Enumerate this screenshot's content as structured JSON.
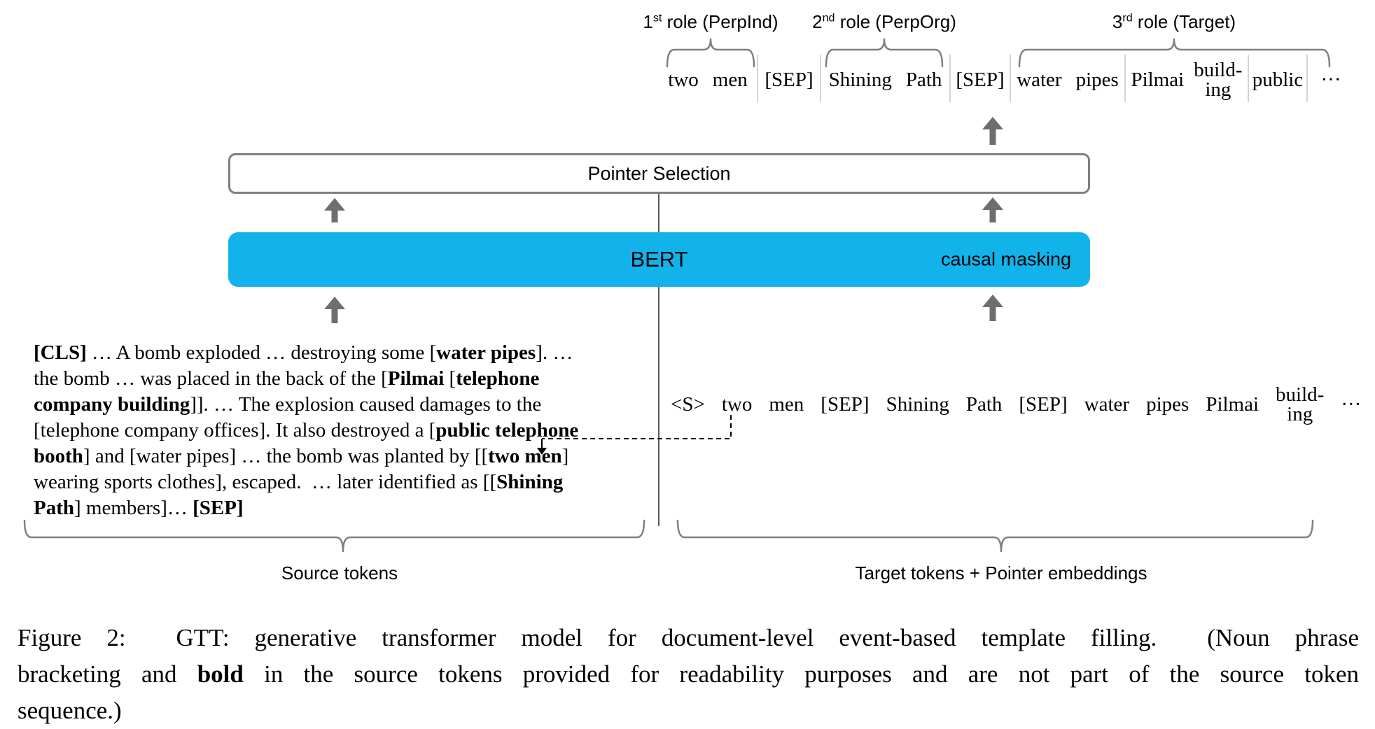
{
  "colors": {
    "bert_box": "#12B2EB",
    "arrow": "#6E6E6E",
    "brace": "#7F7F7F",
    "pointer_border": "#7F7F7F",
    "separator": "#C4C4C4",
    "divider": "#5A5A5A",
    "text": "#000000"
  },
  "roles": [
    {
      "base": "1",
      "sup": "st",
      "rest": " role (PerpInd)"
    },
    {
      "base": "2",
      "sup": "nd",
      "rest": " role (PerpOrg)"
    },
    {
      "base": "3",
      "sup": "rd",
      "rest": " role (Target)"
    }
  ],
  "output_token_groups": [
    {
      "tokens": [
        "two",
        "men"
      ]
    },
    {
      "tokens": [
        "[SEP]"
      ]
    },
    {
      "tokens": [
        "Shining",
        "Path"
      ]
    },
    {
      "tokens": [
        "[SEP]"
      ]
    },
    {
      "tokens": [
        "water",
        "pipes"
      ]
    },
    {
      "tokens": [
        "Pilmai",
        "build-\ning"
      ]
    },
    {
      "tokens": [
        "public"
      ]
    },
    {
      "tokens": [
        "···"
      ]
    }
  ],
  "boxes": {
    "pointer_selection": "Pointer Selection",
    "bert": "BERT",
    "causal_masking": "causal masking"
  },
  "source_lines": [
    [
      {
        "t": "[CLS]",
        "b": true
      },
      {
        "t": " … A bomb exploded … destroying some ["
      },
      {
        "t": "water pipes",
        "b": true
      },
      {
        "t": "]. …"
      }
    ],
    [
      {
        "t": "the bomb … was placed in the back of the ["
      },
      {
        "t": "Pilmai",
        "b": true
      },
      {
        "t": " ["
      },
      {
        "t": "telephone",
        "b": true
      }
    ],
    [
      {
        "t": "company building",
        "b": true
      },
      {
        "t": "]]. … The explosion caused damages to the"
      }
    ],
    [
      {
        "t": "[telephone company offices]. It also destroyed a ["
      },
      {
        "t": "public telephone",
        "b": true
      }
    ],
    [
      {
        "t": "booth",
        "b": true
      },
      {
        "t": "] and [water pipes] … the bomb was planted by [["
      },
      {
        "t": "two men",
        "b": true
      },
      {
        "t": "]"
      }
    ],
    [
      {
        "t": "wearing sports clothes], escaped.  … later identified as [["
      },
      {
        "t": "Shining",
        "b": true
      }
    ],
    [
      {
        "t": "Path",
        "b": true
      },
      {
        "t": "] members]… "
      },
      {
        "t": "[SEP]",
        "b": true
      }
    ]
  ],
  "target_tokens": [
    "<S>",
    "two",
    "men",
    "[SEP]",
    "Shining",
    "Path",
    "[SEP]",
    "water",
    "pipes",
    "Pilmai",
    "build-\ning",
    "···"
  ],
  "bottom_labels": {
    "source": "Source tokens",
    "target": "Target tokens + Pointer embeddings"
  },
  "caption_lines": [
    [
      {
        "t": "Figure 2:  GTT: generative transformer model for document-level event-based template filling.  (Noun phrase"
      }
    ],
    [
      {
        "t": "bracketing and "
      },
      {
        "t": "bold",
        "b": true
      },
      {
        "t": " in the source tokens provided for readability purposes and are not part of the source token"
      }
    ],
    [
      {
        "t": "sequence.)"
      }
    ]
  ]
}
